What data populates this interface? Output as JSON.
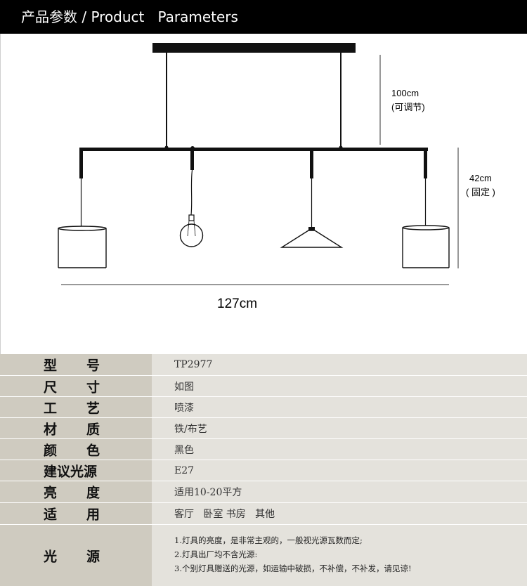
{
  "header": {
    "title": "产品参数 / Product   Parameters"
  },
  "diagram": {
    "height_adjustable": "100cm",
    "height_adjustable_note": "(可调节)",
    "drop_fixed": "42cm",
    "drop_fixed_note": "( 固定 )",
    "total_width": "127cm"
  },
  "specs": [
    {
      "key_chars": [
        "型",
        "号"
      ],
      "value": "TP2977"
    },
    {
      "key_chars": [
        "尺",
        "寸"
      ],
      "value": "如图"
    },
    {
      "key_chars": [
        "工",
        "艺"
      ],
      "value": "喷漆"
    },
    {
      "key_chars": [
        "材",
        "质"
      ],
      "value": "铁/布艺"
    },
    {
      "key_chars": [
        "颜",
        "色"
      ],
      "value": "黑色"
    },
    {
      "key": "建议光源",
      "value": "E27"
    },
    {
      "key_chars": [
        "亮",
        "度"
      ],
      "value": "适用10-20平方"
    },
    {
      "key_chars": [
        "适",
        "用"
      ],
      "value": "客厅   卧室 书房   其他"
    }
  ],
  "light_source": {
    "key_chars": [
      "光",
      "源"
    ],
    "notes": [
      "1.灯具的亮度，是非常主观的，一般视光源瓦数而定;",
      "2.灯具出厂均不含光源:",
      "3.个别灯具赠送的光源，如运输中破损，不补偿，不补发，请见谅!"
    ]
  }
}
